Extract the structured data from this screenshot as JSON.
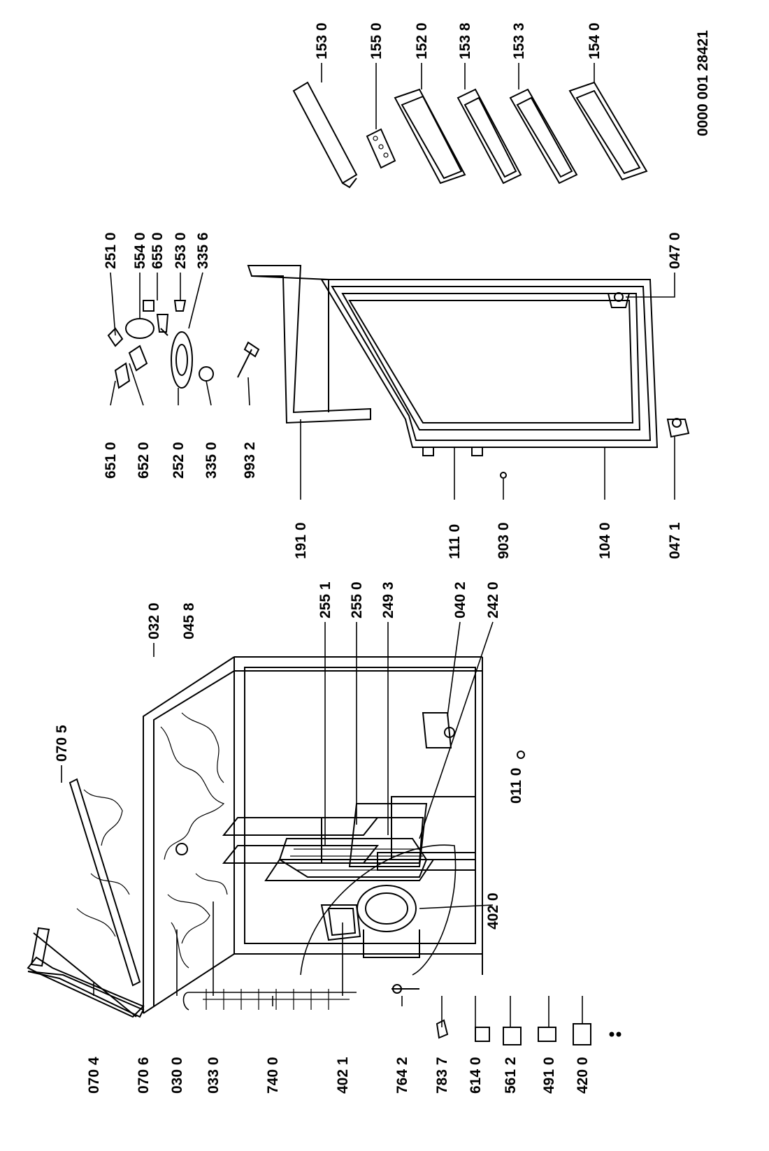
{
  "document_id": "0000 001 28421",
  "labels": [
    "070 4",
    "070 6",
    "030 0",
    "033 0",
    "740 0",
    "402 1",
    "764 2",
    "783 7",
    "614 0",
    "561 2",
    "491 0",
    "420 0",
    "070 5",
    "032 0",
    "045 8",
    "255 1",
    "255 0",
    "249 3",
    "040 2",
    "242 0",
    "402 0",
    "011 0",
    "651 0",
    "652 0",
    "252 0",
    "335 0",
    "993 2",
    "191 0",
    "111 0",
    "903 0",
    "104 0",
    "047 1",
    "251 0",
    "554 0",
    "655 0",
    "253 0",
    "335 6",
    "047 0",
    "153 0",
    "155 0",
    "152 0",
    "153 8",
    "153 3",
    "154 0"
  ]
}
